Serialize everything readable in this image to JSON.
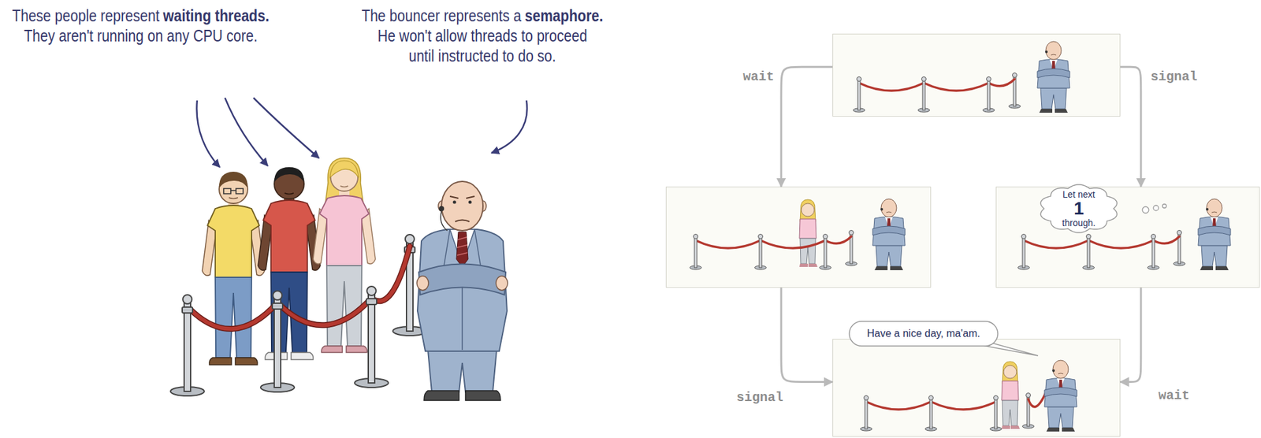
{
  "diagram": {
    "nodes": [
      {
        "text": []
      },
      {
        "text": []
      },
      {
        "text": []
      },
      {
        "text": [
          "Let next",
          "1",
          "through."
        ],
        "in": 2
      },
      {
        "text": []
      },
      {
        "text": [
          "Have a nice day, ma'am."
        ],
        "in": 4
      }
    ],
    "edges": [
      {
        "from": 0,
        "to": 1,
        "arrow": "to",
        "label": "wait"
      },
      {
        "from": 0,
        "to": 2,
        "arrow": "to",
        "label": "signal"
      },
      {
        "from": 1,
        "to": 4,
        "arrow": "to",
        "label": "signal"
      },
      {
        "from": 2,
        "to": 4,
        "arrow": "to",
        "label": "wait"
      }
    ],
    "labels": [
      "These people represent",
      "waiting threads.",
      "They aren't running on any CPU core.",
      "The bouncer represents a",
      "semaphore.",
      "He won't allow threads to proceed",
      "until instructed to do so."
    ]
  }
}
